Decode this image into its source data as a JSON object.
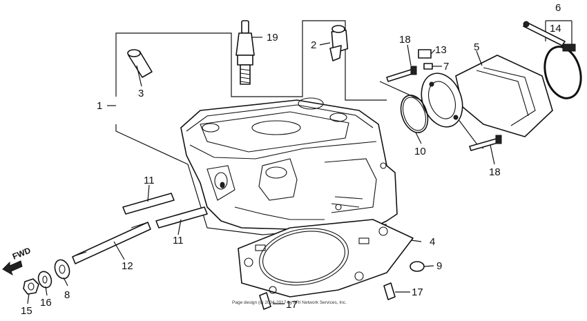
{
  "callouts": {
    "c1": "1",
    "c2": "2",
    "c3": "3",
    "c4": "4",
    "c5": "5",
    "c6": "6",
    "c7": "7",
    "c8": "8",
    "c9": "9",
    "c10": "10",
    "c11a": "11",
    "c11b": "11",
    "c12": "12",
    "c13": "13",
    "c14": "14",
    "c15": "15",
    "c16": "16",
    "c17a": "17",
    "c17b": "17",
    "c18a": "18",
    "c18b": "18",
    "c19": "19"
  },
  "direction_label": "FWD",
  "watermark": "Page design (c) 2004-2017 by ARI Network Services, Inc."
}
